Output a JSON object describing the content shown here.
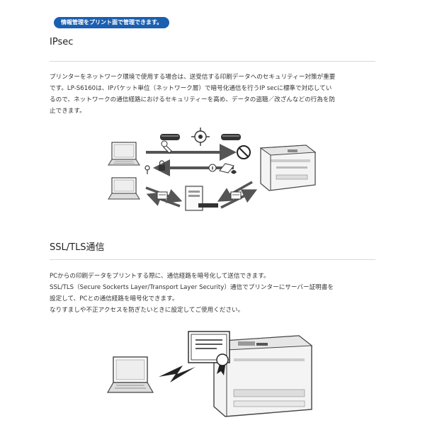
{
  "badge": {
    "label": "情報管理をプリント面で管理できます。"
  },
  "ipsec": {
    "title": "IPsec",
    "lines": [
      "プリンターをネットワーク環境で使用する場合は、送受信する印刷データへのセキュリティー対策が重要",
      "です。LP-S6160は、IPパケット単位（ネットワーク層）で暗号化通信を行うIP secに標準で対応してい",
      "るので、ネットワークの通信経路におけるセキュリティーを高め、データの盗聴／改ざんなどの行為を防",
      "止できます。"
    ]
  },
  "ssl": {
    "title": "SSL/TLS通信",
    "lines": [
      "PCからの印刷データをプリントする際に、通信経路を暗号化して送信できます。",
      "SSL/TLS（Secure Sockerts Layer/Transport Layer Security）通信でプリンターにサーバー証明書を",
      "設定して、PCとの通信経路を暗号化できます。",
      "なりすましや不正アクセスを防ぎたいときに設定してご使用ください。"
    ]
  },
  "icons": {
    "ipsec_diagram": [
      "laptop-icon",
      "printer-icon",
      "cylinder-icon",
      "virus-icon",
      "wrench-icon",
      "prohibited-icon",
      "key-icon",
      "lock-icon",
      "info-icon",
      "envelope-icon",
      "server-icon",
      "document-icon"
    ],
    "ssl_diagram": [
      "laptop-icon",
      "lightning-icon",
      "certificate-icon",
      "printer-icon"
    ]
  },
  "colors": {
    "badge": "#1b5fb0",
    "rule": "#d9d9d9",
    "arrow": "#555555"
  }
}
